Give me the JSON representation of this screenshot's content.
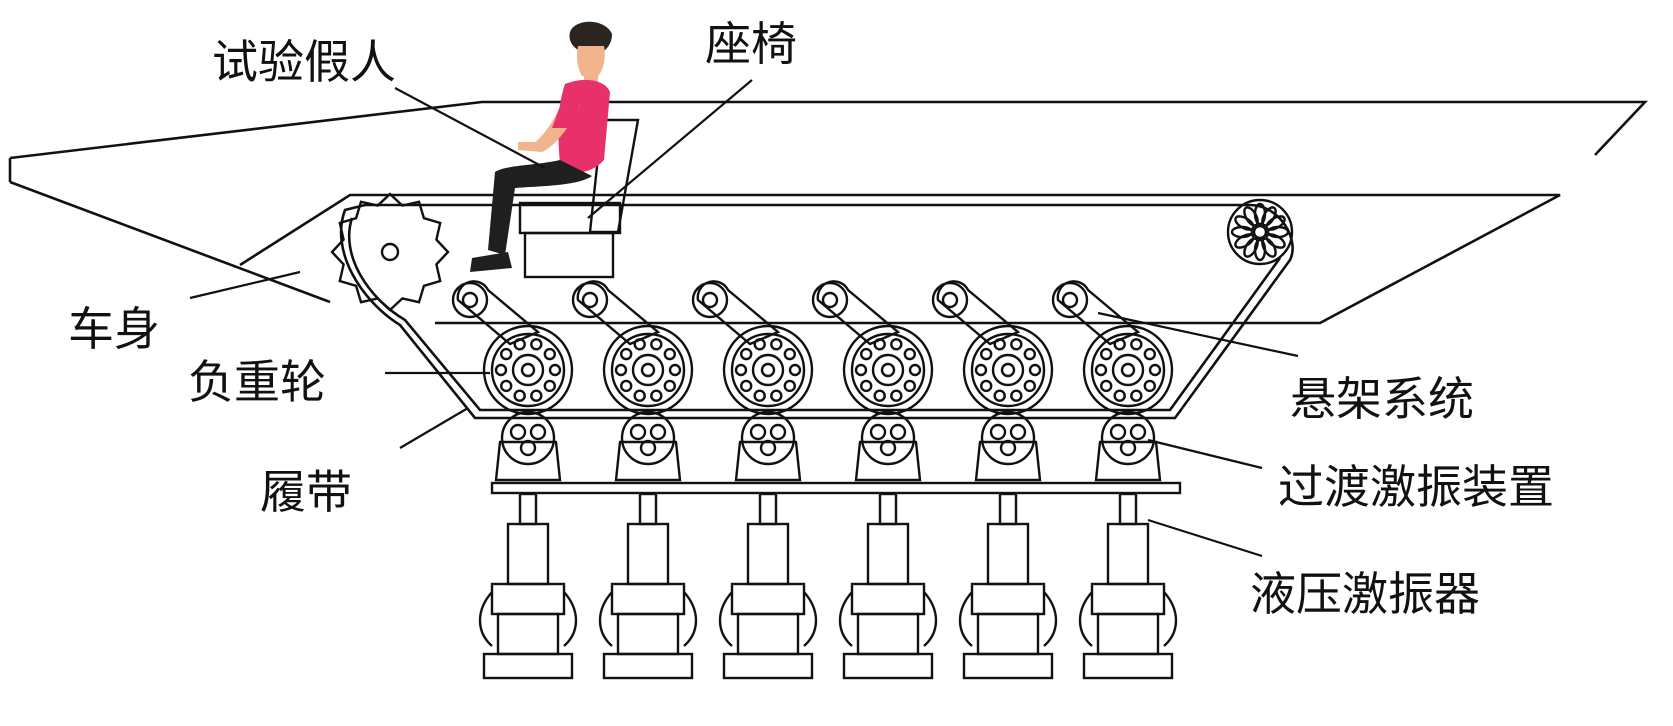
{
  "diagram": {
    "labels": {
      "dummy": "试验假人",
      "seat": "座椅",
      "hull": "车身",
      "road_wheel": "负重轮",
      "track": "履带",
      "suspension": "悬架系统",
      "transition_exciter": "过渡激振装置",
      "hydraulic_exciter": "液压激振器"
    },
    "road_wheel_count": 6,
    "exciter_count": 6,
    "colors": {
      "line": "#111111",
      "shirt": "#e8316a",
      "pants": "#1f1f1f",
      "skin": "#f2b48c",
      "hair": "#2b2420",
      "exciter_fill": "#f2f2f2"
    }
  }
}
